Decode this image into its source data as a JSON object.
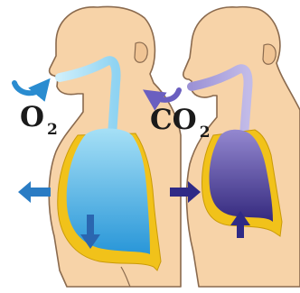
{
  "labels": {
    "inhale_gas": {
      "symbol": "O",
      "subscript": "2"
    },
    "exhale_gas": {
      "symbol": "CO",
      "subscript": "2"
    }
  },
  "colors": {
    "skin": "#f7d3a8",
    "skin_outline": "#8a6a4e",
    "inhale_lung_top": "#9ddcf5",
    "inhale_lung_bottom": "#2f9fdc",
    "inhale_air": "#b8e5f6",
    "inhale_arrow": "#2a8cd0",
    "exhale_lung_top": "#8f82cc",
    "exhale_lung_bottom": "#3a2f85",
    "exhale_air": "#a9a0dc",
    "exhale_arrow": "#2f2a86",
    "diaphragm": "#f1c21a"
  },
  "panels": [
    {
      "name": "inhalation",
      "lungs": "expanded",
      "diaphragm": "moves-down",
      "chest_wall": "moves-out"
    },
    {
      "name": "exhalation",
      "lungs": "contracted",
      "diaphragm": "moves-up",
      "chest_wall": "moves-in"
    }
  ]
}
